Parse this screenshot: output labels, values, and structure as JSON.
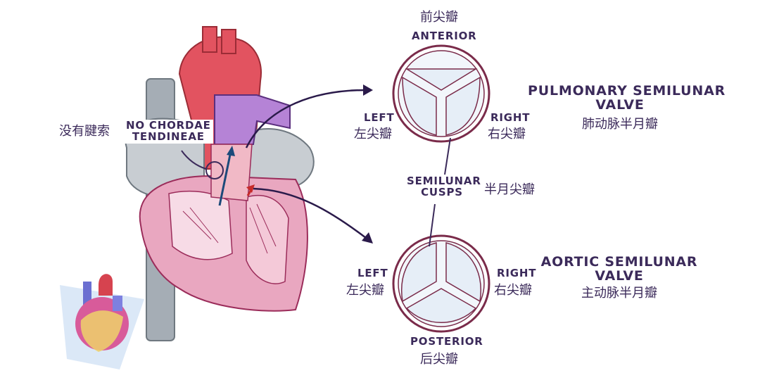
{
  "labels": {
    "no_chordae_zh": "没有腱索",
    "no_chordae_en_1": "NO CHORDAE",
    "no_chordae_en_2": "TENDINEAE",
    "pulm_anterior_zh": "前尖瓣",
    "pulm_anterior_en": "ANTERIOR",
    "pulm_left_en": "LEFT",
    "pulm_left_zh": "左尖瓣",
    "pulm_right_en": "RIGHT",
    "pulm_right_zh": "右尖瓣",
    "pulm_title_en_1": "PULMONARY SEMILUNAR",
    "pulm_title_en_2": "VALVE",
    "pulm_title_zh": "肺动脉半月瓣",
    "cusps_en_1": "SEMILUNAR",
    "cusps_en_2": "CUSPS",
    "cusps_zh": "半月尖瓣",
    "aortic_left_en": "LEFT",
    "aortic_left_zh": "左尖瓣",
    "aortic_right_en": "RIGHT",
    "aortic_right_zh": "右尖瓣",
    "aortic_title_en_1": "AORTIC SEMILUNAR",
    "aortic_title_en_2": "VALVE",
    "aortic_title_zh": "主动脉半月瓣",
    "aortic_posterior_en": "POSTERIOR",
    "aortic_posterior_zh": "后尖瓣"
  },
  "colors": {
    "ink": "#3b2a5a",
    "valve_ring": "#7a2b4a",
    "valve_fill": "#e6eef7",
    "aorta": "#e0505c",
    "pulmonary_trunk": "#b583d6",
    "vena_cava": "#9aa3ac",
    "myocardium": "#e9a7c0",
    "arrow_blue": "#1c4a7a",
    "arrow_red": "#c62a2a"
  }
}
